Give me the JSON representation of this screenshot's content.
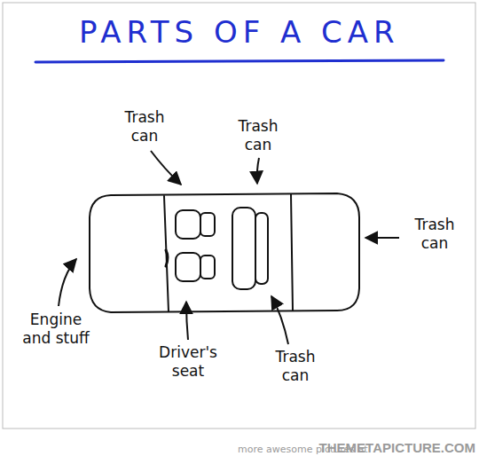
{
  "diagram": {
    "title": "PARTS OF A CAR",
    "labels": [
      "Trash can",
      "Trash can",
      "Trash can",
      "Engine and stuff",
      "Driver's seat",
      "Trash can",
      "more awesome pictures at",
      "THEMETAPICTURE.COM"
    ]
  }
}
